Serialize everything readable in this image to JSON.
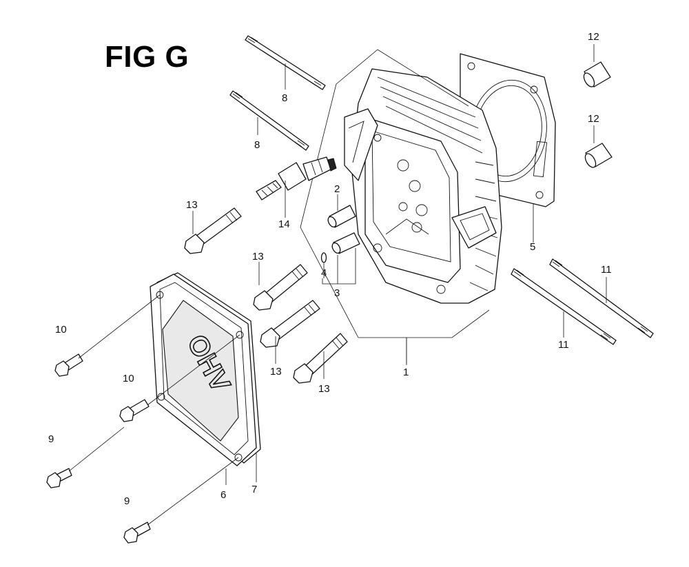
{
  "figure": {
    "title": "FIG G",
    "cover_logo": "OHV"
  },
  "callouts": [
    {
      "id": "c1",
      "label": "1"
    },
    {
      "id": "c2",
      "label": "2"
    },
    {
      "id": "c3",
      "label": "3"
    },
    {
      "id": "c4",
      "label": "4"
    },
    {
      "id": "c5",
      "label": "5"
    },
    {
      "id": "c6",
      "label": "6"
    },
    {
      "id": "c7",
      "label": "7"
    },
    {
      "id": "c8a",
      "label": "8"
    },
    {
      "id": "c8b",
      "label": "8"
    },
    {
      "id": "c9a",
      "label": "9"
    },
    {
      "id": "c9b",
      "label": "9"
    },
    {
      "id": "c10a",
      "label": "10"
    },
    {
      "id": "c10b",
      "label": "10"
    },
    {
      "id": "c11a",
      "label": "11"
    },
    {
      "id": "c11b",
      "label": "11"
    },
    {
      "id": "c12a",
      "label": "12"
    },
    {
      "id": "c12b",
      "label": "12"
    },
    {
      "id": "c13a",
      "label": "13"
    },
    {
      "id": "c13b",
      "label": "13"
    },
    {
      "id": "c13c",
      "label": "13"
    },
    {
      "id": "c13d",
      "label": "13"
    },
    {
      "id": "c14",
      "label": "14"
    }
  ]
}
